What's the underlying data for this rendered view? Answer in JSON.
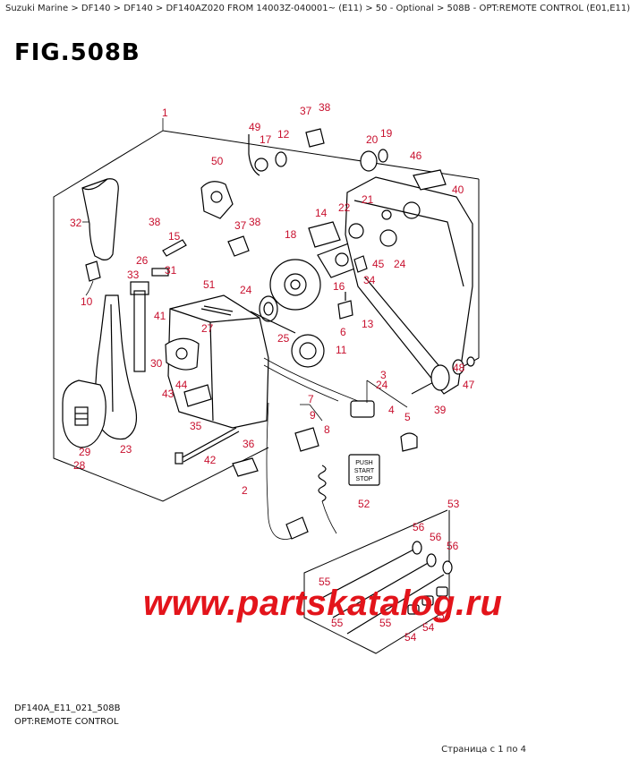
{
  "breadcrumb": [
    "Suzuki Marine",
    "DF140",
    "DF140",
    "DF140AZ020 FROM 14003Z-040001~ (E11)",
    "50 - Optional",
    "508B - OPT:REMOTE CONTROL (E01,E11)"
  ],
  "breadcrumb_sep": " > ",
  "figure_title": "FIG.508B",
  "callouts": [
    "1",
    "2",
    "3",
    "4",
    "5",
    "6",
    "7",
    "8",
    "9",
    "10",
    "11",
    "12",
    "13",
    "14",
    "15",
    "16",
    "17",
    "18",
    "19",
    "20",
    "21",
    "22",
    "23",
    "24",
    "24",
    "24",
    "25",
    "26",
    "27",
    "28",
    "29",
    "30",
    "31",
    "32",
    "33",
    "34",
    "35",
    "36",
    "37",
    "37",
    "38",
    "38",
    "38",
    "39",
    "40",
    "41",
    "42",
    "43",
    "44",
    "45",
    "46",
    "47",
    "48",
    "49",
    "50",
    "51",
    "52",
    "53",
    "54",
    "54",
    "54",
    "55",
    "55",
    "55",
    "56",
    "56",
    "56"
  ],
  "push_button": {
    "line1": "PUSH",
    "line2": "START",
    "line3": "STOP"
  },
  "watermark": "www.partskatalog.ru",
  "diagram_code": "DF140A_E11_021_508B",
  "diagram_caption": "OPT:REMOTE CONTROL",
  "pager": "Страница с 1 по 4"
}
